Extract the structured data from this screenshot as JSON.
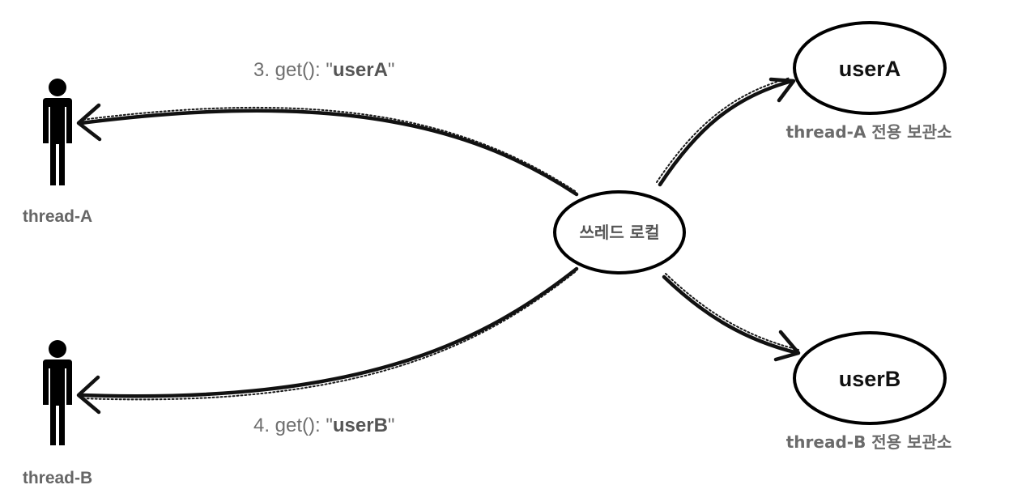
{
  "actors": [
    {
      "id": "thread-a",
      "label": "thread-A",
      "icon": "person-icon"
    },
    {
      "id": "thread-b",
      "label": "thread-B",
      "icon": "person-icon"
    }
  ],
  "center_node": {
    "label": "쓰레드 로컬"
  },
  "storage_nodes": [
    {
      "id": "usera",
      "label": "userA",
      "caption": "thread-A 전용 보관소"
    },
    {
      "id": "userb",
      "label": "userB",
      "caption": "thread-B 전용 보관소"
    }
  ],
  "edge_labels": [
    {
      "id": "get-a",
      "prefix": "3. get(): \"",
      "value": "userA",
      "suffix": "\""
    },
    {
      "id": "get-b",
      "prefix": "4. get(): \"",
      "value": "userB",
      "suffix": "\""
    }
  ]
}
